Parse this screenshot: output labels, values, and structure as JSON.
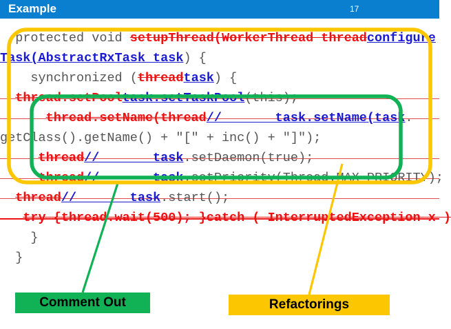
{
  "header": {
    "title": "Example",
    "page_number": "17",
    "background_color": "#0b7fcf",
    "text_color": "#ffffff"
  },
  "colors": {
    "deleted": "#ee1111",
    "inserted": "#1a1ad0",
    "unchanged": "#555555",
    "comment_out_highlight": "#11b255",
    "refactoring_highlight": "#fdc700"
  },
  "code": {
    "language": "java",
    "lines": [
      {
        "index": 0,
        "indent": "  ",
        "tokens": [
          {
            "kind": "plain",
            "text": "protected void "
          },
          {
            "kind": "deleted",
            "text": "setupThread(WorkerThread thread"
          },
          {
            "kind": "inserted",
            "text": "configure"
          }
        ]
      },
      {
        "index": 1,
        "indent": "",
        "tokens": [
          {
            "kind": "inserted",
            "text": "Task(AbstractRxTask task"
          },
          {
            "kind": "plain",
            "text": ") {"
          }
        ]
      },
      {
        "index": 2,
        "indent": "    ",
        "tokens": [
          {
            "kind": "plain",
            "text": "synchronized ("
          },
          {
            "kind": "deleted",
            "text": "thread"
          },
          {
            "kind": "inserted",
            "text": "task"
          },
          {
            "kind": "plain",
            "text": ") {"
          }
        ]
      },
      {
        "index": 3,
        "indent": "  ",
        "tokens": [
          {
            "kind": "deleted",
            "text": "thread.setPool"
          },
          {
            "kind": "inserted",
            "text": "task.setTaskPool"
          },
          {
            "kind": "plain",
            "text": "(this);"
          }
        ]
      },
      {
        "index": 4,
        "indent": "      ",
        "tokens": [
          {
            "kind": "deleted",
            "text": "thread.setName(thread"
          },
          {
            "kind": "inserted",
            "text": "//       task.setName(task"
          },
          {
            "kind": "plain",
            "text": "."
          }
        ]
      },
      {
        "index": 5,
        "indent": "",
        "tokens": [
          {
            "kind": "plain",
            "text": "getClass().getName() + \"[\" + inc() + \"]\");"
          }
        ]
      },
      {
        "index": 6,
        "indent": "     ",
        "tokens": [
          {
            "kind": "deleted",
            "text": "thread"
          },
          {
            "kind": "inserted",
            "text": "//       task"
          },
          {
            "kind": "plain",
            "text": ".setDaemon(true);"
          }
        ]
      },
      {
        "index": 7,
        "indent": "     ",
        "tokens": [
          {
            "kind": "deleted",
            "text": "thread"
          },
          {
            "kind": "inserted",
            "text": "//       task"
          },
          {
            "kind": "plain",
            "text": ".setPriority(Thread.MAX_PRIORITY);"
          }
        ]
      },
      {
        "index": 8,
        "indent": "  ",
        "tokens": [
          {
            "kind": "deleted",
            "text": "thread"
          },
          {
            "kind": "inserted",
            "text": "//       task"
          },
          {
            "kind": "plain",
            "text": ".start();"
          }
        ]
      },
      {
        "index": 9,
        "indent": "   ",
        "tokens": [
          {
            "kind": "deleted",
            "text": "try {thread.wait(500); }catch ( InterruptedException x )"
          }
        ]
      },
      {
        "index": 10,
        "indent": "    ",
        "tokens": [
          {
            "kind": "plain",
            "text": "}"
          }
        ]
      },
      {
        "index": 11,
        "indent": "  ",
        "tokens": [
          {
            "kind": "plain",
            "text": "}"
          }
        ]
      }
    ]
  },
  "callouts": [
    {
      "id": "comment-out",
      "label": "Comment Out",
      "color": "#11b255",
      "target_shape": "green-rounded-rect"
    },
    {
      "id": "refactorings",
      "label": "Refactorings",
      "color": "#fdc700",
      "target_shape": "yellow-rounded-rect"
    }
  ]
}
